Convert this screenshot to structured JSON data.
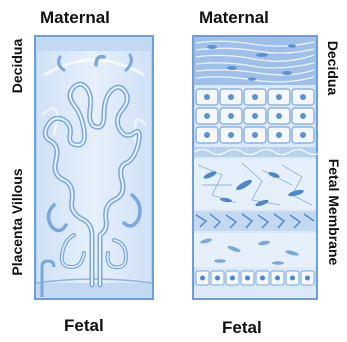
{
  "figure": {
    "left_panel": {
      "top_label": "Maternal",
      "bottom_label": "Fetal",
      "side_upper": "Decidua",
      "side_lower": "Placenta Villous"
    },
    "right_panel": {
      "top_label": "Maternal",
      "bottom_label": "Fetal",
      "side_upper": "Decidua",
      "side_lower": "Fetal Membrane"
    },
    "colors": {
      "frame": "#6e9fd8",
      "fill_light": "#dbe9f8",
      "fill_mid": "#b7d1f0",
      "cell": "#ffffff",
      "dark_blue": "#4f86c8"
    }
  }
}
